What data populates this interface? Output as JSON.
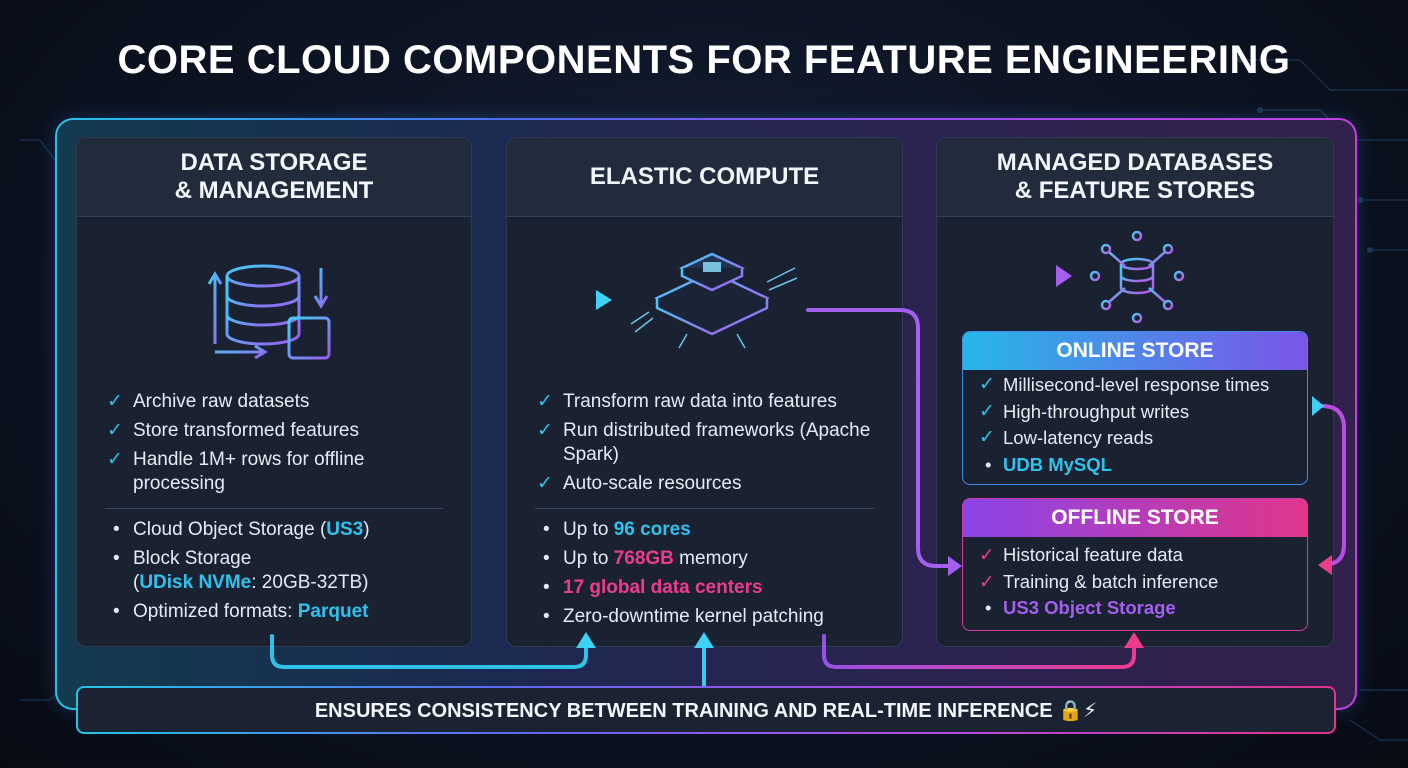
{
  "title": "CORE CLOUD COMPONENTS FOR FEATURE ENGINEERING",
  "panels": [
    {
      "title": "DATA STORAGE\n& MANAGEMENT",
      "icon": "database-sync-icon",
      "checks": [
        "Archive raw datasets",
        "Store transformed features",
        "Handle 1M+ rows for offline processing"
      ],
      "details": {
        "object_storage_prefix": "Cloud Object Storage (",
        "object_storage_hl": "US3",
        "object_storage_suffix": ")",
        "block_storage": "Block Storage",
        "block_prefix": "(",
        "block_hl": "UDisk NVMe",
        "block_suffix": ": 20GB-32TB)",
        "formats_prefix": "Optimized formats: ",
        "formats_hl": "Parquet"
      }
    },
    {
      "title": "ELASTIC COMPUTE",
      "icon": "cpu-chip-icon",
      "checks": [
        "Transform raw data into features",
        "Run distributed frameworks (Apache Spark)",
        "Auto-scale resources"
      ],
      "details": {
        "cores_prefix": "Up to ",
        "cores_hl": "96 cores",
        "mem_prefix": "Up to ",
        "mem_hl": "768GB",
        "mem_suffix": " memory",
        "dc_hl": "17 global data centers",
        "patching": "Zero-downtime kernel patching"
      }
    },
    {
      "title": "MANAGED DATABASES\n& FEATURE STORES",
      "icon": "database-network-icon"
    }
  ],
  "online_store": {
    "title": "ONLINE STORE",
    "checks": [
      "Millisecond-level response times",
      "High-throughput writes",
      "Low-latency reads"
    ],
    "product": "UDB MySQL"
  },
  "offline_store": {
    "title": "OFFLINE STORE",
    "checks": [
      "Historical feature data",
      "Training & batch inference"
    ],
    "product": "US3 Object Storage"
  },
  "footer": "ENSURES CONSISTENCY BETWEEN TRAINING AND REAL-TIME INFERENCE 🔒⚡",
  "colors": {
    "cyan": "#2fc2ee",
    "pink": "#ee3c8c",
    "purple": "#a55ff0",
    "panel_bg": "#1a2232"
  }
}
